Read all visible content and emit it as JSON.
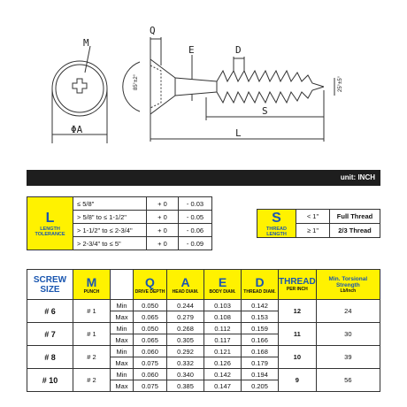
{
  "drawing": {
    "labels": {
      "M": "M",
      "A": "ΦA",
      "Q": "Q",
      "E": "E",
      "D": "D",
      "S": "S",
      "L": "L",
      "head_angle": "85°±2°",
      "tip_angle": "25°±5°"
    }
  },
  "unit_label": "unit: INCH",
  "length_tolerance": {
    "title": "L",
    "subtitle": "LENGTH TOLERANCE",
    "rows": [
      {
        "range": "≤ 5/8\"",
        "plus": "+ 0",
        "minus": "- 0.03"
      },
      {
        "range": "> 5/8\" to ≤ 1-1/2\"",
        "plus": "+ 0",
        "minus": "- 0.05"
      },
      {
        "range": "> 1-1/2\" to ≤ 2-3/4\"",
        "plus": "+ 0",
        "minus": "- 0.06"
      },
      {
        "range": "> 2-3/4\" to ≤ 5\"",
        "plus": "+ 0",
        "minus": "- 0.09"
      }
    ]
  },
  "thread_length": {
    "title": "S",
    "subtitle": "THREAD LENGTH",
    "rows": [
      {
        "cond": "< 1\"",
        "value": "Full Thread"
      },
      {
        "cond": "≥ 1\"",
        "value": "2/3 Thread"
      }
    ]
  },
  "spec_table": {
    "headers": {
      "screw_size": "SCREW SIZE",
      "m": "M",
      "m_sub": "PUNCH",
      "q": "Q",
      "q_sub": "DRIVE DEPTH",
      "a": "A",
      "a_sub": "HEAD DIAM.",
      "e": "E",
      "e_sub": "BODY DIAM.",
      "d": "D",
      "d_sub": "THREAD DIAM.",
      "thread": "THREAD",
      "thread_sub": "PER INCH",
      "torsion": "Min. Torsional Strength",
      "torsion_sub": "Lb/Inch"
    },
    "rows": [
      {
        "size": "# 6",
        "punch": "# 1",
        "thread": "12",
        "torsion": "24",
        "min": {
          "label": "Min",
          "q": "0.050",
          "a": "0.244",
          "e": "0.103",
          "d": "0.142"
        },
        "max": {
          "label": "Max",
          "q": "0.065",
          "a": "0.279",
          "e": "0.108",
          "d": "0.153"
        }
      },
      {
        "size": "# 7",
        "punch": "# 1",
        "thread": "11",
        "torsion": "30",
        "min": {
          "label": "Min",
          "q": "0.050",
          "a": "0.268",
          "e": "0.112",
          "d": "0.159"
        },
        "max": {
          "label": "Max",
          "q": "0.065",
          "a": "0.305",
          "e": "0.117",
          "d": "0.166"
        }
      },
      {
        "size": "# 8",
        "punch": "# 2",
        "thread": "10",
        "torsion": "39",
        "min": {
          "label": "Min",
          "q": "0.060",
          "a": "0.292",
          "e": "0.121",
          "d": "0.168"
        },
        "max": {
          "label": "Max",
          "q": "0.075",
          "a": "0.332",
          "e": "0.126",
          "d": "0.179"
        }
      },
      {
        "size": "# 10",
        "punch": "# 2",
        "thread": "9",
        "torsion": "56",
        "min": {
          "label": "Min",
          "q": "0.060",
          "a": "0.340",
          "e": "0.142",
          "d": "0.194"
        },
        "max": {
          "label": "Max",
          "q": "0.075",
          "a": "0.385",
          "e": "0.147",
          "d": "0.205"
        }
      }
    ]
  }
}
